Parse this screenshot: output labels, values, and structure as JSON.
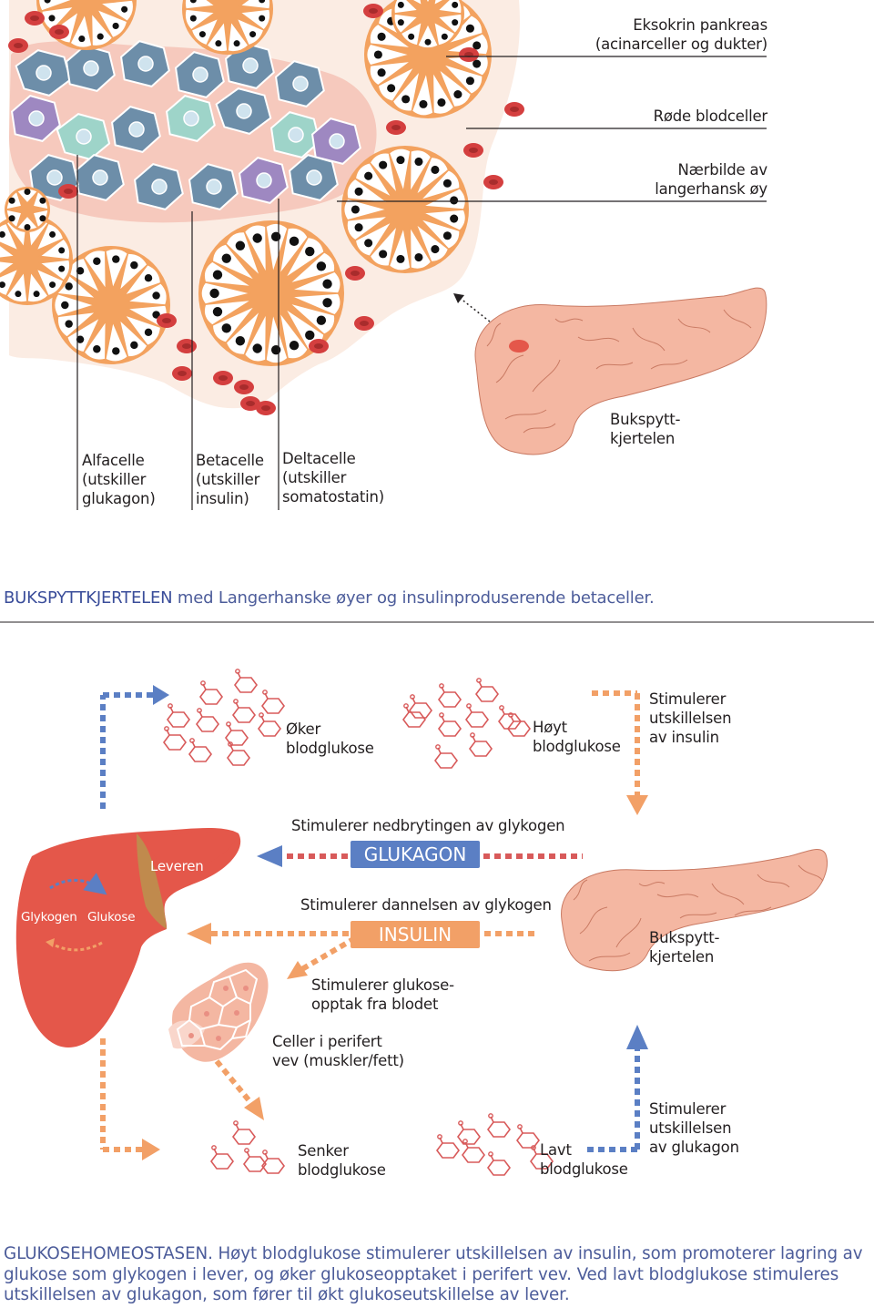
{
  "diagram1": {
    "labels": {
      "exocrine": "Eksokrin pankreas\n(acinarceller og dukter)",
      "red_cells": "Røde blodceller",
      "closeup": "Nærbilde av\nlangerhansk øy",
      "pancreas": "Bukspytt-\nkjertelen",
      "alpha": "Alfacelle\n(utskiller\nglukagon)",
      "beta": "Betacelle\n(utskiller\ninsulin)",
      "delta": "Deltacelle\n(utskiller\nsomatostatin)"
    },
    "caption": {
      "keyword": "BUKSPYTTKJERTELEN",
      "text": " med Langerhanske øyer og insulinproduserende betaceller."
    }
  },
  "diagram2": {
    "labels": {
      "raises_glucose": "Øker\nblodglukose",
      "high_glucose": "Høyt\nblodglukose",
      "stim_insulin": "Stimulerer\nutskillelsen\nav insulin",
      "glycogen_breakdown": "Stimulerer nedbrytingen av glykogen",
      "glucagon": "GLUKAGON",
      "liver": "Leveren",
      "glycogen": "Glykogen",
      "glucose": "Glukose",
      "glycogen_formation": "Stimulerer dannelsen av glykogen",
      "insulin": "INSULIN",
      "pancreas": "Bukspytt-\nkjertelen",
      "glucose_uptake": "Stimulerer glukose-\nopptak fra blodet",
      "peripheral": "Celler i perifert\nvev (muskler/fett)",
      "stim_glucagon": "Stimulerer\nutskillelsen\nav glukagon",
      "lowers_glucose": "Senker\nblodglukose",
      "low_glucose": "Lavt\nblodglukose"
    },
    "caption": {
      "keyword": "GLUKOSEHOMEOSTASEN.",
      "text": " Høyt blodglukose stimulerer utskillelsen av insulin, som promoterer lagring av glukose som glykogen i lever, og øker glukoseopptaket i perifert vev. Ved lavt blodglukose stimuleres utskillelsen av glukagon, som fører til økt glukoseutskillelse av lever."
    }
  },
  "colors": {
    "acinar_orange": "#f3a25f",
    "tissue_bg": "#fbece3",
    "islet_pink": "#f6c9bd",
    "alpha_cell": "#9ed4c9",
    "beta_cell": "#6d8ea9",
    "delta_cell": "#9e88c1",
    "red_blood_cell": "#d43f3f",
    "pancreas": "#f4b7a2",
    "liver": "#e4574a",
    "glucagon_blue": "#5b7fc4",
    "insulin_orange": "#f2a067",
    "glucagon_red": "#d85a5a",
    "caption_blue": "#4c5c9a"
  }
}
